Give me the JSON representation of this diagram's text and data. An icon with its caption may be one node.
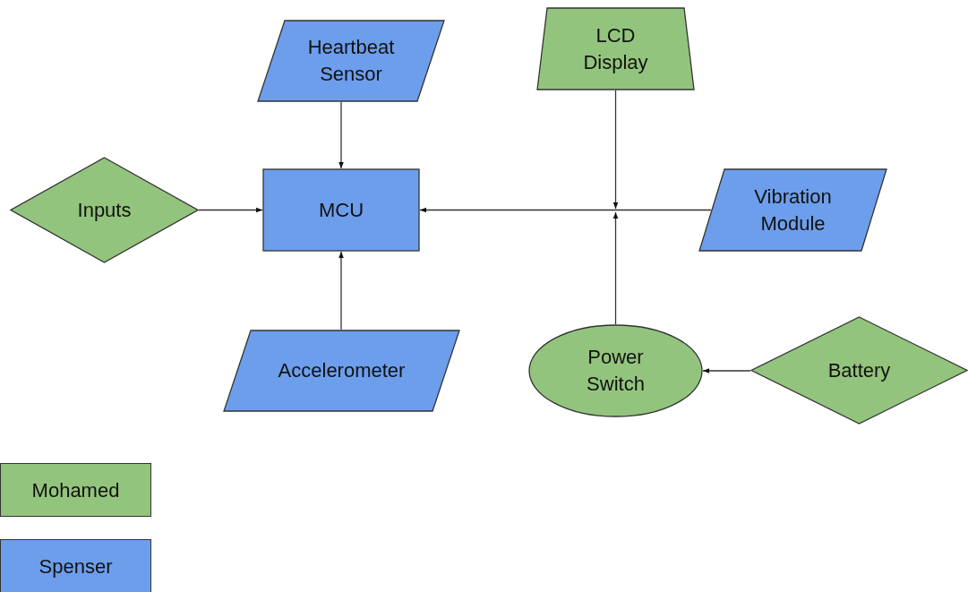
{
  "diagram": {
    "nodes": [
      {
        "text": [
          "Heartbeat Sensor"
        ]
      },
      {
        "text": [
          "LCD Display"
        ]
      },
      {
        "text": [
          "Inputs"
        ]
      },
      {
        "text": [
          "MCU"
        ]
      },
      {
        "text": [
          "Vibration Module"
        ]
      },
      {
        "text": [
          "Accelerometer"
        ]
      },
      {
        "text": [
          "Power Switch"
        ]
      },
      {
        "text": [
          "Battery"
        ]
      }
    ],
    "edges": [
      {
        "from": 0,
        "to": 3,
        "arrow": "to"
      },
      {
        "from": 2,
        "to": 3,
        "arrow": "to"
      },
      {
        "from": 5,
        "to": 3,
        "arrow": "to"
      },
      {
        "from": 4,
        "to": 3,
        "arrow": "to"
      },
      {
        "from": 1,
        "to": null,
        "arrow": "to"
      },
      {
        "from": 6,
        "to": null,
        "arrow": "to"
      },
      {
        "from": 7,
        "to": 6,
        "arrow": "to"
      }
    ],
    "legend": [
      {
        "text": "Mohamed",
        "color": "#93c47d"
      },
      {
        "text": "Spenser",
        "color": "#6d9eeb"
      }
    ]
  }
}
